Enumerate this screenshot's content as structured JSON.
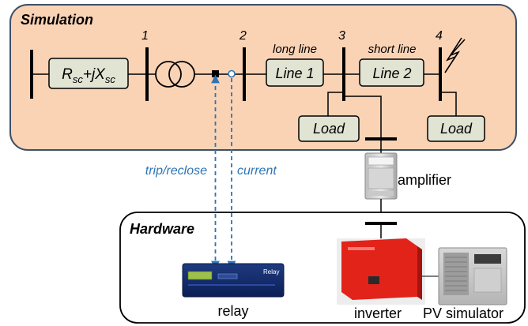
{
  "simulation": {
    "title": "Simulation",
    "impedance": {
      "base": "R",
      "sub1": "sc",
      "mid": "+jX",
      "sub2": "sc"
    },
    "buses": [
      "1",
      "2",
      "3",
      "4"
    ],
    "lines": [
      {
        "label": "Line 1",
        "caption": "long line"
      },
      {
        "label": "Line 2",
        "caption": "short line"
      }
    ],
    "loads": [
      "Load",
      "Load"
    ]
  },
  "hardware": {
    "title": "Hardware",
    "relay_caption": "relay",
    "relay_screen_label": "Relay",
    "inverter_caption": "inverter",
    "pv_caption": "PV simulator"
  },
  "links": {
    "trip_label": "trip/reclose",
    "current_label": "current",
    "amplifier_label": "amplifier"
  },
  "colors": {
    "simulation_fill": "#FAD3B5",
    "box_fill": "#E1E3D3",
    "signal_blue": "#2E74B5",
    "inverter_red": "#E2231A"
  }
}
